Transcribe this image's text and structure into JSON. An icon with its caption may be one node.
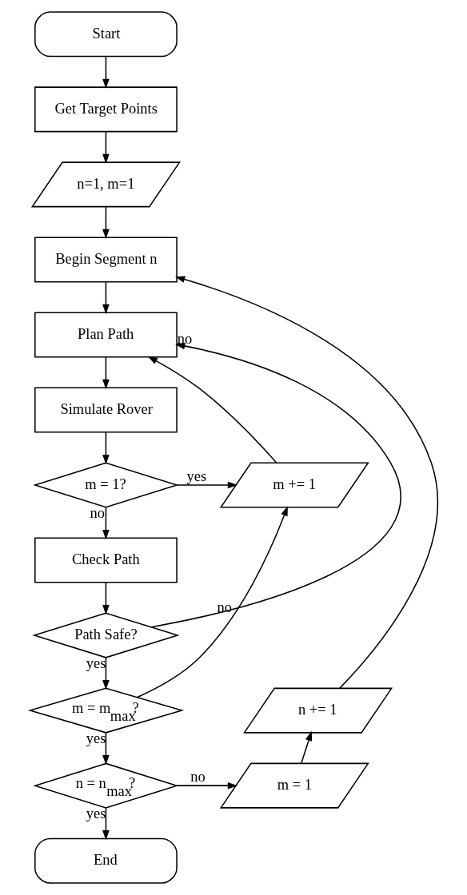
{
  "diagram": {
    "nodes": [
      {
        "text": [
          "Start"
        ]
      },
      {
        "text": [
          "Get Target Points"
        ]
      },
      {
        "text": [
          "n=1, m=1"
        ]
      },
      {
        "text": [
          "Begin Segment n"
        ]
      },
      {
        "text": [
          "Plan Path"
        ]
      },
      {
        "text": [
          "Simulate Rover"
        ]
      },
      {
        "text": [
          "m = 1?"
        ]
      },
      {
        "text": [
          "m += 1"
        ]
      },
      {
        "text": [
          "Check Path"
        ]
      },
      {
        "text": [
          "Path Safe?"
        ]
      },
      {
        "text": [
          "m = m$_{max}$?"
        ]
      },
      {
        "text": [
          "n += 1"
        ]
      },
      {
        "text": [
          "n = n$_{max}$?"
        ]
      },
      {
        "text": [
          "m = 1"
        ]
      },
      {
        "text": [
          "End"
        ]
      }
    ],
    "edges": [
      {
        "from": 0,
        "to": 1,
        "arrow": "to"
      },
      {
        "from": 1,
        "to": 2,
        "arrow": "to"
      },
      {
        "from": 2,
        "to": 3,
        "arrow": "to"
      },
      {
        "from": 3,
        "to": 4,
        "arrow": "to"
      },
      {
        "from": 4,
        "to": 5,
        "arrow": "to"
      },
      {
        "from": 5,
        "to": 6,
        "arrow": "to"
      },
      {
        "from": 6,
        "to": 7,
        "arrow": "to",
        "label": "yes"
      },
      {
        "from": 7,
        "to": 4,
        "arrow": "to"
      },
      {
        "from": 6,
        "to": 8,
        "arrow": "to",
        "label": "no"
      },
      {
        "from": 8,
        "to": 9,
        "arrow": "to"
      },
      {
        "from": 9,
        "to": 4,
        "arrow": "to",
        "label": "no"
      },
      {
        "from": 9,
        "to": 10,
        "arrow": "to",
        "label": "yes"
      },
      {
        "from": 10,
        "to": 7,
        "arrow": "to",
        "label": "no"
      },
      {
        "from": 10,
        "to": 12,
        "arrow": "to",
        "label": "yes"
      },
      {
        "from": 12,
        "to": 13,
        "arrow": "to",
        "label": "no"
      },
      {
        "from": 13,
        "to": 11,
        "arrow": "to"
      },
      {
        "from": 11,
        "to": 3,
        "arrow": "to"
      },
      {
        "from": 12,
        "to": 14,
        "arrow": "to",
        "label": "yes"
      }
    ]
  }
}
